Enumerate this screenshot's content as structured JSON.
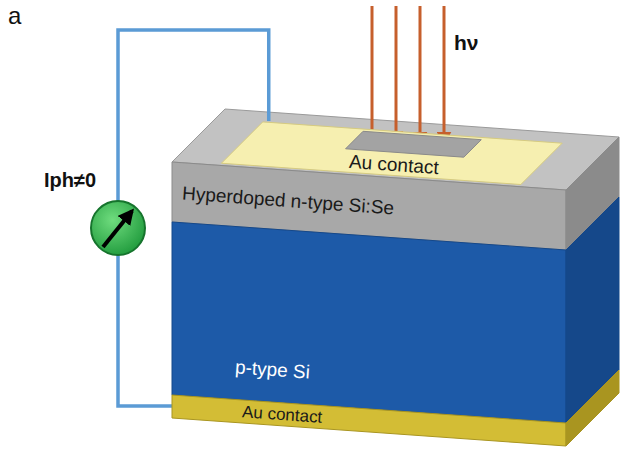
{
  "diagram": {
    "nodes": [
      {
        "text": [
          "Au contact"
        ]
      },
      {
        "text": [
          "Hyperdoped n-type Si:Se"
        ]
      },
      {
        "text": [
          "p-type Si"
        ]
      },
      {
        "text": [
          "Au contact"
        ]
      }
    ],
    "edges": [
      {
        "from": 0,
        "to": 3,
        "arrow": "none"
      }
    ],
    "labels": [
      "a",
      "hν",
      "Iph≠0"
    ]
  }
}
